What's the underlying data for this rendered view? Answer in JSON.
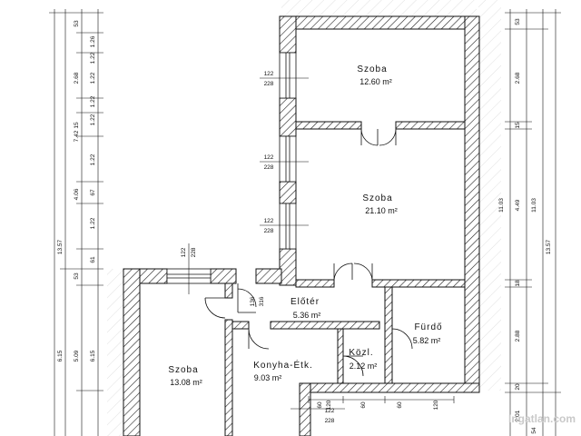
{
  "rooms": [
    {
      "id": "szoba-upper",
      "name": "Szoba",
      "area": "12.60 m²"
    },
    {
      "id": "szoba-middle",
      "name": "Szoba",
      "area": "21.10 m²"
    },
    {
      "id": "eloter",
      "name": "Előtér",
      "area": "5.36 m²"
    },
    {
      "id": "furdo",
      "name": "Fürdő",
      "area": "5.82 m²"
    },
    {
      "id": "kozl",
      "name": "Közl.",
      "area": "2.12 m²"
    },
    {
      "id": "konyha",
      "name": "Konyha-Étk.",
      "area": "9.03 m²"
    },
    {
      "id": "szoba-lower",
      "name": "Szoba",
      "area": "13.08 m²"
    }
  ],
  "window_labels": {
    "w1": {
      "width": "122",
      "height": "228"
    },
    "w2": {
      "width": "122",
      "height": "228"
    },
    "w3": {
      "width": "122",
      "height": "228"
    },
    "w4": {
      "width": "122",
      "height": "228"
    },
    "w5": {
      "width": "122",
      "height": "228"
    }
  },
  "door_label": {
    "a": "136",
    "b": "316"
  },
  "left_dims_outer": [
    "13.57"
  ],
  "left_dims_mid": [
    "7.42",
    "6.15"
  ],
  "left_dims_inner_a": [
    "2.68",
    "4.06",
    "5.09"
  ],
  "left_dims_inner_b": [
    "53",
    "1.26",
    "1.22",
    "15",
    "1.22",
    "67",
    "1.22",
    "61",
    "53",
    "6.15"
  ],
  "left_dims_inner_c": [
    "1.22",
    "1.22",
    "1.22"
  ],
  "right_dims_a": [
    "53",
    "2.68",
    "15",
    "4.49",
    "18",
    "2.88",
    "20",
    "2.01",
    "54"
  ],
  "right_dims_b": [
    "11.03",
    "11.03"
  ],
  "right_dims_c": [
    "13.57"
  ],
  "bottom_dims": [
    "60",
    "120",
    "60",
    "60",
    "120"
  ],
  "watermark": "Ingatlan.com"
}
